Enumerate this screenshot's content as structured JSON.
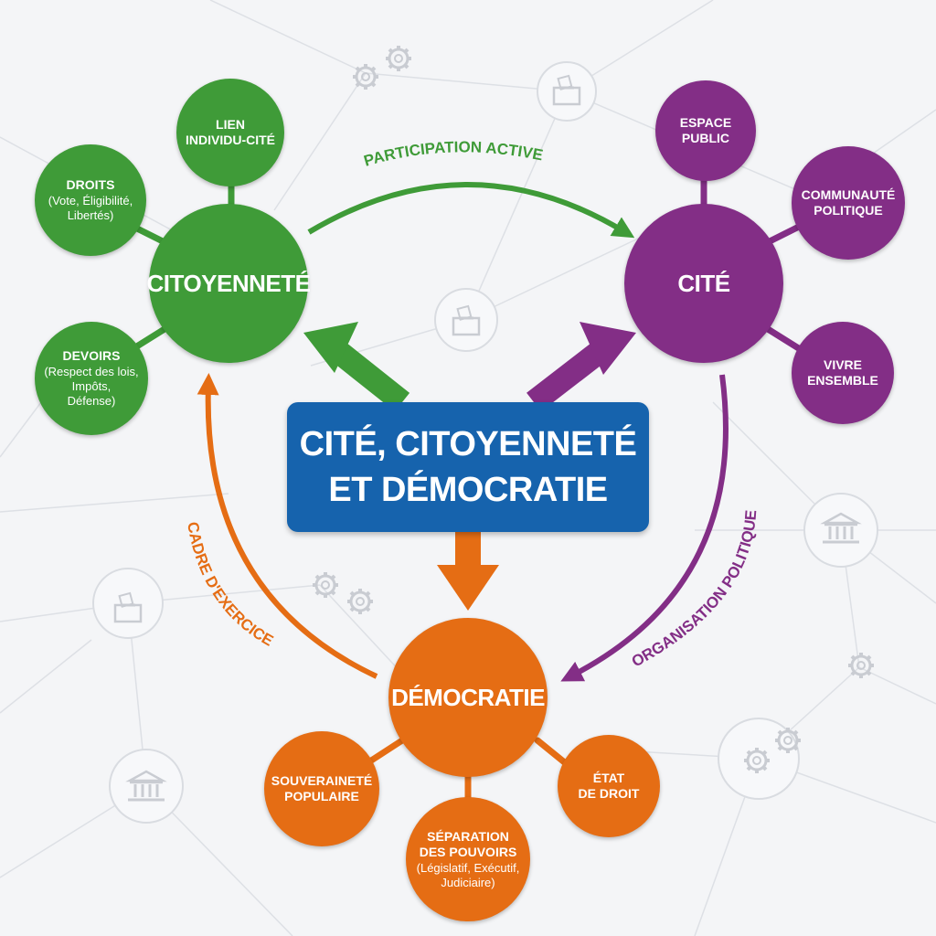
{
  "center": {
    "title": "CITÉ, CITOYENNETÉ\nET DÉMOCRATIE"
  },
  "citoyennete": {
    "label": "CITOYENNETÉ",
    "color": "#3f9b38",
    "branches": [
      {
        "title": "LIEN\nINDIVIDU-CITÉ",
        "detail": ""
      },
      {
        "title": "DROITS",
        "detail": "(Vote, Éligibilité,\nLibertés)"
      },
      {
        "title": "DEVOIRS",
        "detail": "(Respect des lois,\nImpôts,\nDéfense)"
      }
    ]
  },
  "cite": {
    "label": "CITÉ",
    "color": "#832e86",
    "branches": [
      {
        "title": "ESPACE\nPUBLIC",
        "detail": ""
      },
      {
        "title": "COMMUNAUTÉ\nPOLITIQUE",
        "detail": ""
      },
      {
        "title": "VIVRE\nENSEMBLE",
        "detail": ""
      }
    ]
  },
  "democratie": {
    "label": "DÉMOCRATIE",
    "color": "#e56d14",
    "branches": [
      {
        "title": "SOUVERAINETÉ\nPOPULAIRE",
        "detail": ""
      },
      {
        "title": "SÉPARATION\nDES POUVOIRS",
        "detail": "(Législatif, Exécutif,\nJudiciaire)"
      },
      {
        "title": "ÉTAT\nDE DROIT",
        "detail": ""
      }
    ]
  },
  "arrows": {
    "participation": "PARTICIPATION ACTIVE",
    "organisation": "ORGANISATION POLITIQUE",
    "cadre": "CADRE D'EXERCICE"
  },
  "background_icons": [
    "gears-icon",
    "ballot-box-icon",
    "courthouse-icon"
  ]
}
